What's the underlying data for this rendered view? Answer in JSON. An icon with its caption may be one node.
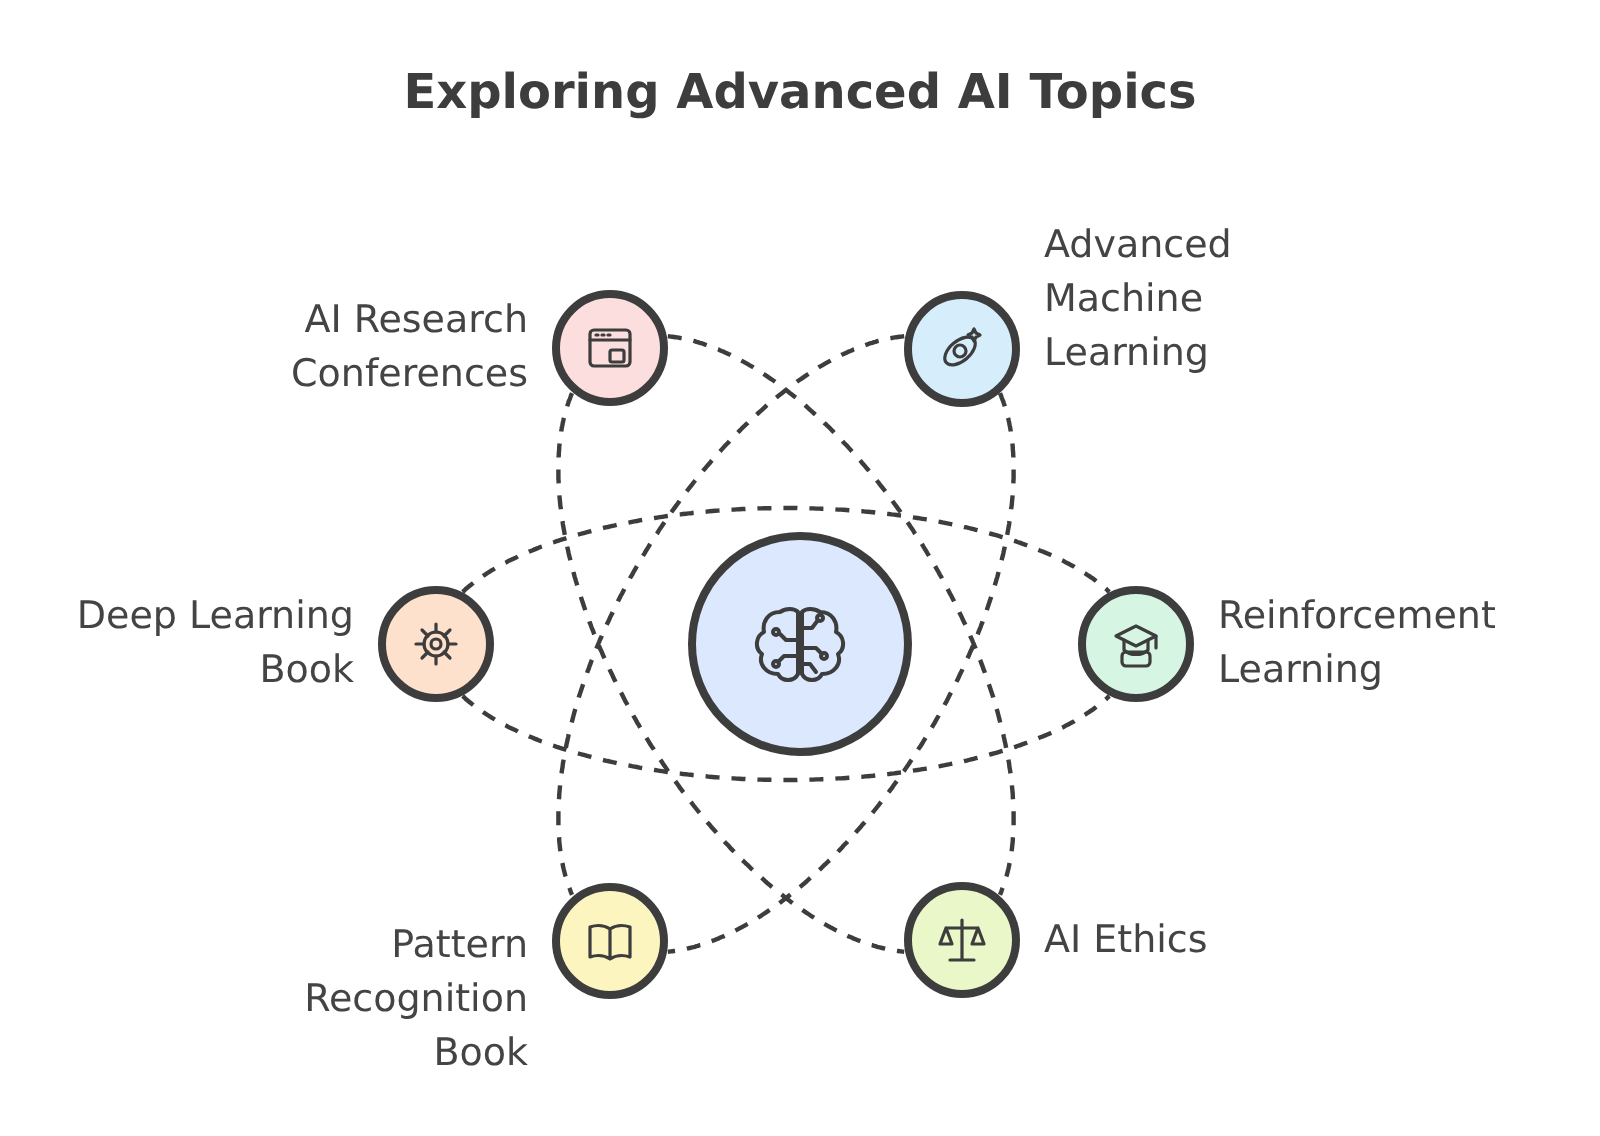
{
  "diagram": {
    "title": "Exploring Advanced AI Topics",
    "nodes": [
      {
        "text": [
          "AI Research Conferences"
        ]
      },
      {
        "text": [
          "Advanced Machine Learning"
        ]
      },
      {
        "text": [
          "Deep Learning Book"
        ]
      },
      {
        "text": [],
        "shape": "circle"
      },
      {
        "text": [
          "Reinforcement Learning"
        ]
      },
      {
        "text": [
          "Pattern Recognition Book"
        ]
      },
      {
        "text": [
          "AI Ethics"
        ]
      }
    ],
    "edges": [
      {
        "from": 2,
        "to": 4,
        "arrow": "none",
        "style": "dashed"
      },
      {
        "from": 2,
        "to": 4,
        "arrow": "none",
        "style": "dashed"
      },
      {
        "from": 0,
        "to": 6,
        "arrow": "none",
        "style": "dashed"
      },
      {
        "from": 0,
        "to": 6,
        "arrow": "none",
        "style": "dashed"
      },
      {
        "from": 1,
        "to": 5,
        "arrow": "none",
        "style": "dashed"
      },
      {
        "from": 1,
        "to": 5,
        "arrow": "none",
        "style": "dashed"
      }
    ]
  }
}
